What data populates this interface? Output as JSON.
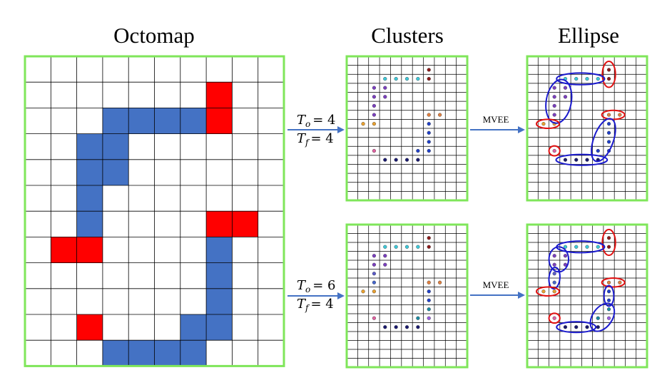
{
  "titles": {
    "octomap": "Octomap",
    "clusters": "Clusters",
    "ellipse": "Ellipse"
  },
  "arrows": {
    "top": {
      "to_label": "T",
      "to_sub": "o",
      "to_value": "= 4",
      "tf_label": "T",
      "tf_sub": "f",
      "tf_value": "= 4"
    },
    "bottom": {
      "to_label": "T",
      "to_sub": "o",
      "to_value": "= 6",
      "tf_label": "T",
      "tf_sub": "f",
      "tf_value": "= 4"
    },
    "mvee_label": "MVEE"
  },
  "colors": {
    "frame": "#7fe65a",
    "occupied": "#4472c4",
    "frontier": "#ff0000",
    "arrow": "#4472c4",
    "ellipse_blue": "#1a1acc",
    "ellipse_red": "#e01010"
  }
}
